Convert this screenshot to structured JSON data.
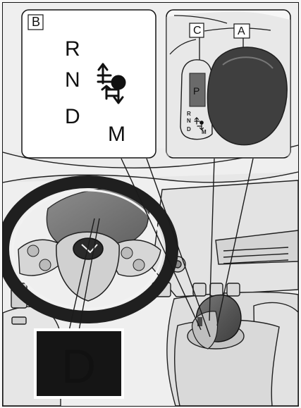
{
  "panel_b": {
    "box_label": "B",
    "gears": {
      "r": "R",
      "n": "N",
      "d": "D",
      "m": "M"
    },
    "icon": "sequential-shift-icon"
  },
  "panel_a": {
    "box_label_c": "C",
    "box_label_a": "A",
    "lever_position": "P",
    "mini_gears": {
      "r": "R",
      "n": "N",
      "d": "D",
      "m": "M"
    }
  },
  "indicator": {
    "label": "D"
  },
  "colors": {
    "line": "#151515",
    "panel": "#ffffff",
    "dark": "#222222",
    "mid_gray": "#b9b9b9",
    "light_gray": "#e6e6e6"
  }
}
